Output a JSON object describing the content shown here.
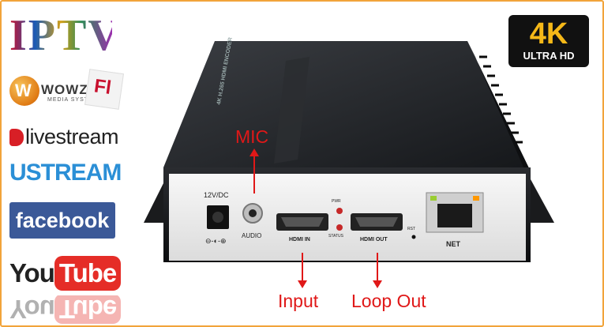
{
  "logos": {
    "iptv": "IPTV",
    "wowza": {
      "ball": "W",
      "name": "WOWZA",
      "sub": "MEDIA SYSTEMS",
      "fl": "Fl"
    },
    "livestream": "livestream",
    "ustream": "USTREAM",
    "facebook": "facebook",
    "youtube": {
      "you": "You",
      "tube": "Tube"
    }
  },
  "badge": {
    "main": "4K",
    "sub": "ULTRA HD"
  },
  "device": {
    "top_text": "4K H.265 HDMI ENCODER",
    "ports": {
      "power": "12V/DC",
      "audio": "AUDIO",
      "pwr_led": "PWR",
      "status_led": "STATUS",
      "hdmi_in": "HDMI IN",
      "hdmi_out": "HDMI OUT",
      "rst": "RST",
      "net": "NET",
      "polarity": "⊖-◐-⊕"
    }
  },
  "annotations": {
    "mic": "MIC",
    "input": "Input",
    "loop_out": "Loop Out"
  },
  "colors": {
    "frame": "#f2a43a",
    "annotation": "#e01818",
    "facebook": "#3b5998",
    "youtube": "#e52d27",
    "ustream": "#2b8fd6",
    "badge_gold": "#f5b818"
  }
}
